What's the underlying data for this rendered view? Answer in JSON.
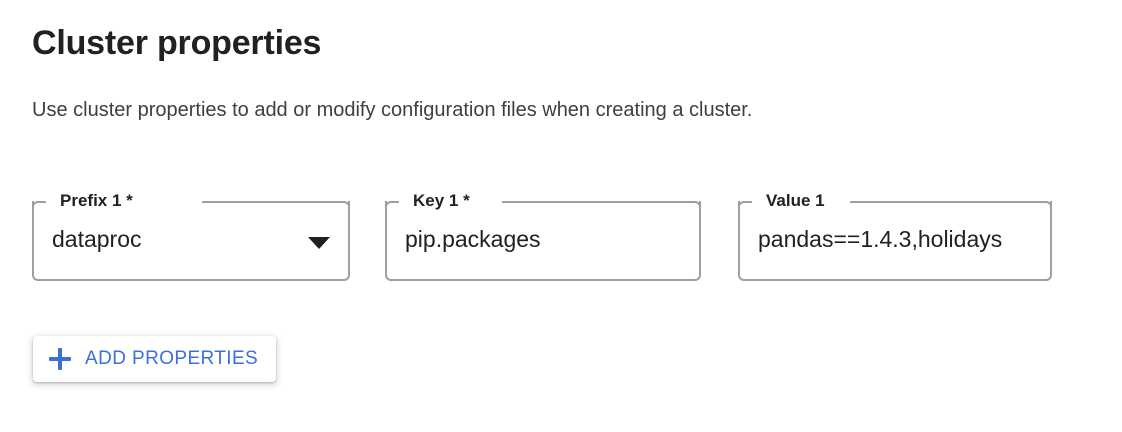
{
  "header": {
    "title": "Cluster properties",
    "description": "Use cluster properties to add or modify configuration files when creating a cluster."
  },
  "colors": {
    "accent_blue": "#3b6fdb",
    "text_primary": "#202124",
    "text_secondary": "#3c4043",
    "field_outline": "#9aa0a6",
    "background": "#ffffff"
  },
  "form": {
    "fields": [
      {
        "label": "Prefix 1 *",
        "value": "dataproc",
        "type": "select",
        "required": true,
        "icon": "chevron-down-icon"
      },
      {
        "label": "Key 1 *",
        "value": "pip.packages",
        "type": "text",
        "required": true,
        "placeholder": ""
      },
      {
        "label": "Value 1",
        "value": "pandas==1.4.3,holidays",
        "type": "text",
        "required": false,
        "placeholder": ""
      }
    ]
  },
  "actions": {
    "add_properties": {
      "label": "ADD PROPERTIES",
      "icon": "plus-icon"
    }
  }
}
